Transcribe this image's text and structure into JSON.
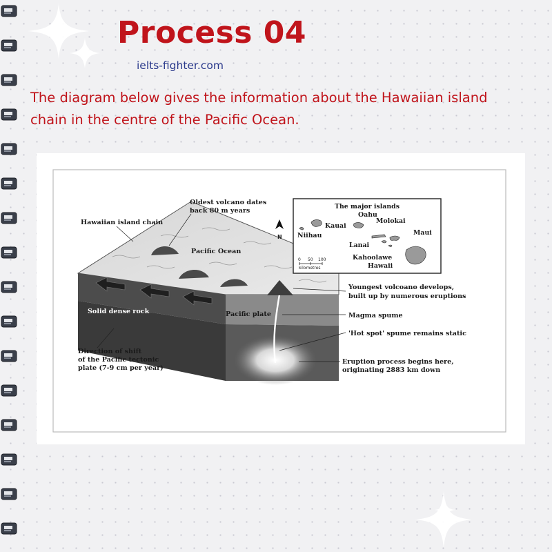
{
  "header": {
    "title": "Process 04",
    "site": "ielts-fighter.com",
    "intro": "The diagram below gives the information about the Hawaiian island chain in the centre of the Pacific Ocean."
  },
  "diagram": {
    "labels": {
      "island_chain": "Hawaiian island chain",
      "oldest_1": "Oldest volcano dates",
      "oldest_2": "back 80 m years",
      "pacific_ocean": "Pacific Ocean",
      "solid_rock": "Solid dense rock",
      "pacific_plate": "Pacific plate",
      "shift_1": "Direction of shift",
      "shift_2": "of the Pacific tectonic",
      "shift_3": "plate (7-9 cm per year)",
      "youngest_1": "Youngest volcoano develops,",
      "youngest_2": "built up by numerous eruptions",
      "magma": "Magma spume",
      "hotspot": "'Hot spot' spume remains static",
      "eruption_1": "Eruption process begins here,",
      "eruption_2": "originating 2883 km down"
    },
    "inset": {
      "title": "The major islands",
      "north": "N",
      "islands": [
        "Kauai",
        "Oahu",
        "Molokai",
        "Niihau",
        "Maui",
        "Lanai",
        "Kahoolawe",
        "Hawaii"
      ],
      "scale": [
        "0",
        "50",
        "100"
      ],
      "scale_unit": "kilometres"
    }
  },
  "colors": {
    "title": "#c0141b",
    "site": "#2b3a8c",
    "intro": "#c0141b"
  }
}
